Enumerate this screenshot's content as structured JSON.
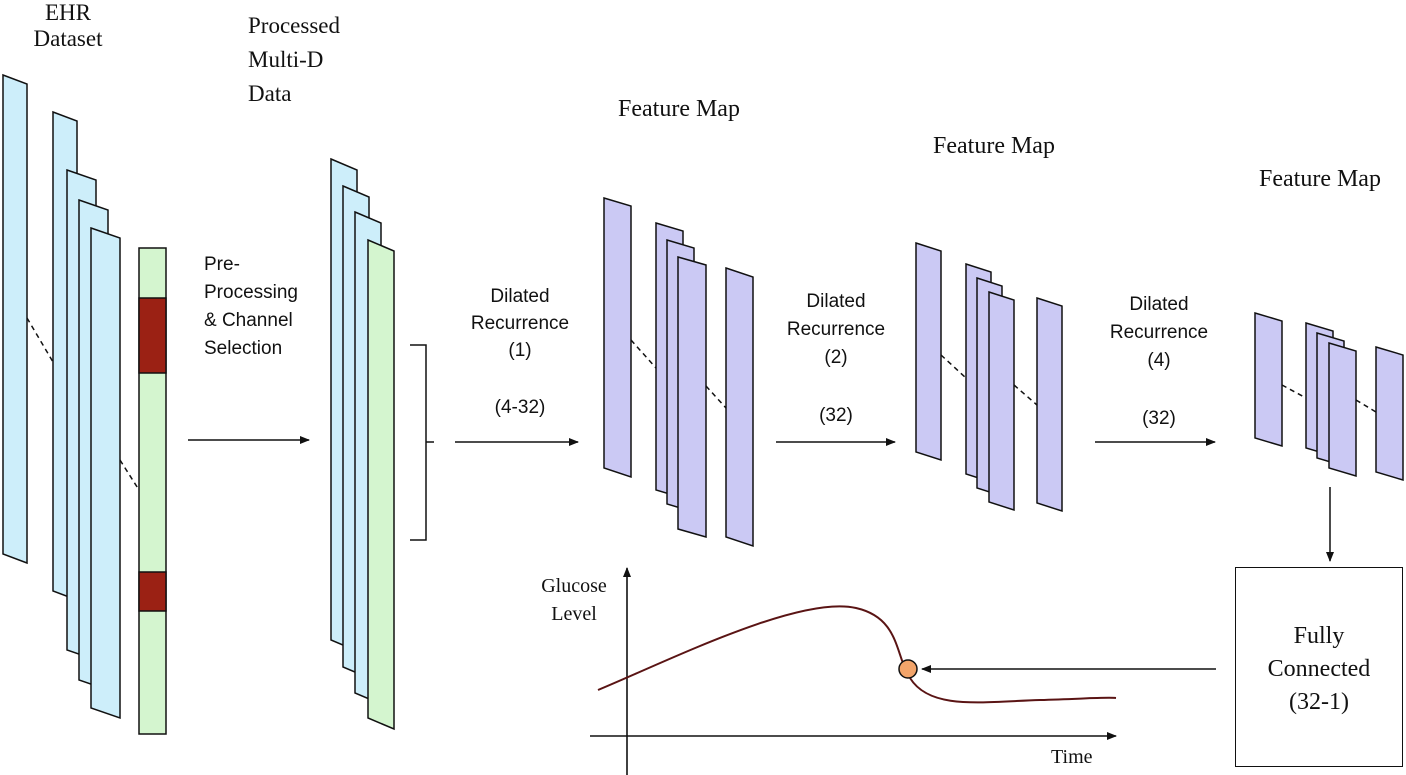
{
  "labels": {
    "ehr_line1": "EHR",
    "ehr_line2": "Dataset",
    "processed_line1": "Processed",
    "processed_line2": "Multi-D",
    "processed_line3": "Data",
    "preproc_line1": "Pre-",
    "preproc_line2": "Processing",
    "preproc_line3": "& Channel",
    "preproc_line4": "Selection",
    "feature_map_1": "Feature Map",
    "feature_map_2": "Feature Map",
    "feature_map_3": "Feature Map",
    "dilated_1_line1": "Dilated",
    "dilated_1_line2": "Recurrence",
    "dilated_1_line3": "(1)",
    "dilated_1_channels": "(4-32)",
    "dilated_2_line1": "Dilated",
    "dilated_2_line2": "Recurrence",
    "dilated_2_line3": "(2)",
    "dilated_2_channels": "(32)",
    "dilated_3_line1": "Dilated",
    "dilated_3_line2": "Recurrence",
    "dilated_3_line3": "(4)",
    "dilated_3_channels": "(32)",
    "fc_line1": "Fully",
    "fc_line2": "Connected",
    "fc_line3": "(32-1)",
    "glucose_line1": "Glucose",
    "glucose_line2": "Level",
    "time_axis": "Time"
  },
  "colors": {
    "ehr_channel": "#cdeefa",
    "green_channel": "#d4f5cf",
    "red_segment": "#9b2114",
    "feature_map": "#cbc9f4",
    "curve": "#5a1414",
    "prediction_dot": "#f2a46a",
    "stroke": "#111111"
  }
}
